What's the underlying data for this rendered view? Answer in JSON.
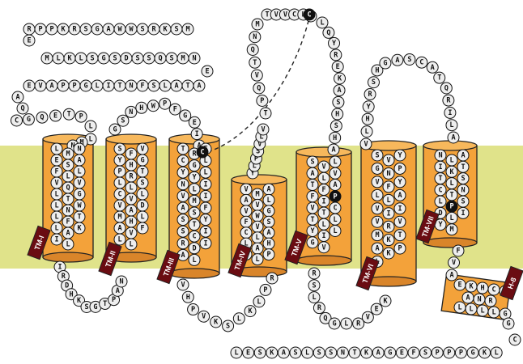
{
  "membrane_color": "#e0e38a",
  "helix_color": "#f3a23a",
  "label_color": "#6a0c12",
  "helix_labels": [
    "TM-I",
    "TM-II",
    "TM-III",
    "TM-IV",
    "TM-V",
    "TM-VI",
    "TM-VII",
    "H-8"
  ],
  "sequences": {
    "n_term_row1": "RPPKRSGAWWSRKSM",
    "n_term_row2": "MLKLSGSDSSQSMN",
    "n_term_row3": "ATALSFNTILGPPAVE",
    "n_term_row4": "QCGQETPL",
    "ecl_top": "TVVCLQ",
    "c_term_bottom": "LESKASLSSNTKAGEFSPPPGKL",
    "tm1": "LMNESAFLLVQVLTGLNWLFTLAKIL",
    "tm2": "SFVYHGPRTLLSCVLVADMHLAVFLL",
    "tm3": "TRFCGLYYLNLIVMIASFSTYSCIRDIAL",
    "tm4": "VMAAVLVWGFVSCLALAHYLP",
    "tm5": "SVLALVTFAFIPVTCTLLYILGV",
    "tm6": "SVYGNPVFYLLAVIIVRVMKTAKPL",
    "tm7": "NLAIKTTLSCTNLPSDLIYM",
    "h8": "EKHCFANRLLLLG"
  }
}
